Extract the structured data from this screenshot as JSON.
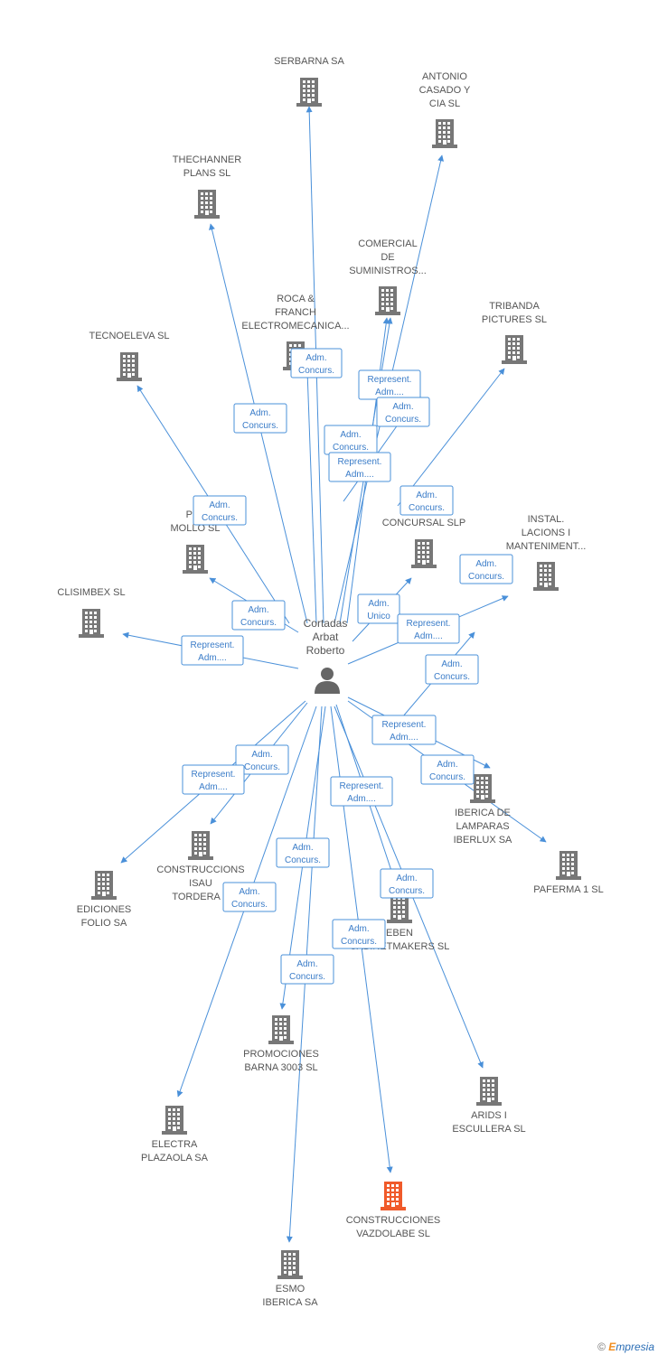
{
  "center": {
    "name_lines": [
      "Cortadas",
      "Arbat",
      "Roberto"
    ],
    "icon": "person-icon"
  },
  "colors": {
    "edge": "#4a90d9",
    "building": "#777777",
    "building_highlight": "#f05a2a",
    "label": "#555555"
  },
  "nodes": [
    {
      "id": "serbarna",
      "lines": [
        "SERBARNA SA"
      ]
    },
    {
      "id": "antonio",
      "lines": [
        "ANTONIO",
        "CASADO Y",
        "CIA SL"
      ]
    },
    {
      "id": "thechanner",
      "lines": [
        "THECHANNER",
        "PLANS SL"
      ]
    },
    {
      "id": "comercial",
      "lines": [
        "COMERCIAL",
        "DE",
        "SUMINISTROS..."
      ]
    },
    {
      "id": "roca",
      "lines": [
        "ROCA &",
        "FRANCH",
        "ELECTROMECANICA..."
      ]
    },
    {
      "id": "tribanda",
      "lines": [
        "TRIBANDA",
        "PICTURES SL"
      ]
    },
    {
      "id": "tecnoeleva",
      "lines": [
        "TECNOELEVA SL"
      ]
    },
    {
      "id": "plamollo",
      "lines": [
        "PLA",
        "MOLLO SL"
      ]
    },
    {
      "id": "concursal",
      "lines": [
        "CO",
        "CONCURSAL SLP"
      ]
    },
    {
      "id": "instal",
      "lines": [
        "INSTAL.",
        "LACIONS I",
        "MANTENIMENT..."
      ]
    },
    {
      "id": "clisimbex",
      "lines": [
        "CLISIMBEX SL"
      ]
    },
    {
      "id": "iberica",
      "lines": [
        "IBERICA DE",
        "LAMPARAS",
        "IBERLUX SA"
      ]
    },
    {
      "id": "paferma",
      "lines": [
        "PAFERMA 1 SL"
      ]
    },
    {
      "id": "isau",
      "lines": [
        "CONSTRUCCIONS",
        "ISAU",
        "TORDERA S"
      ]
    },
    {
      "id": "ediciones",
      "lines": [
        "EDICIONES",
        "FOLIO SA"
      ]
    },
    {
      "id": "eben",
      "lines": [
        "EBEN",
        "CABINETMAKERS SL"
      ]
    },
    {
      "id": "promociones",
      "lines": [
        "PROMOCIONES",
        "BARNA 3003 SL"
      ]
    },
    {
      "id": "arids",
      "lines": [
        "ARIDS I",
        "ESCULLERA SL"
      ]
    },
    {
      "id": "electra",
      "lines": [
        "ELECTRA",
        "PLAZAOLA SA"
      ]
    },
    {
      "id": "vazdolabe",
      "lines": [
        "CONSTRUCCIONES",
        "VAZDOLABE SL"
      ],
      "highlight": true
    },
    {
      "id": "esmo",
      "lines": [
        "ESMO",
        "IBERICA SA"
      ]
    }
  ],
  "relations": [
    {
      "id": "r_roca",
      "lines": [
        "Adm.",
        "Concurs."
      ]
    },
    {
      "id": "r_represent_com",
      "lines": [
        "Represent.",
        "Adm...."
      ]
    },
    {
      "id": "r_com_adm",
      "lines": [
        "Adm.",
        "Concurs."
      ]
    },
    {
      "id": "r_thechanner",
      "lines": [
        "Adm.",
        "Concurs."
      ]
    },
    {
      "id": "r_com2",
      "lines": [
        "Adm.",
        "Concurs."
      ]
    },
    {
      "id": "r_represent_mid",
      "lines": [
        "Represent.",
        "Adm...."
      ]
    },
    {
      "id": "r_tribanda",
      "lines": [
        "Adm.",
        "Concurs."
      ]
    },
    {
      "id": "r_tecno",
      "lines": [
        "Adm.",
        "Concurs."
      ]
    },
    {
      "id": "r_instal",
      "lines": [
        "Adm.",
        "Concurs."
      ]
    },
    {
      "id": "r_unico",
      "lines": [
        "Adm.",
        "Unico"
      ]
    },
    {
      "id": "r_pla",
      "lines": [
        "Adm.",
        "Concurs."
      ]
    },
    {
      "id": "r_represent_conc",
      "lines": [
        "Represent.",
        "Adm...."
      ]
    },
    {
      "id": "r_clisimbex",
      "lines": [
        "Represent.",
        "Adm...."
      ]
    },
    {
      "id": "r_iberica",
      "lines": [
        "Adm.",
        "Concurs."
      ]
    },
    {
      "id": "r_represent_right",
      "lines": [
        "Represent.",
        "Adm...."
      ]
    },
    {
      "id": "r_isau",
      "lines": [
        "Adm.",
        "Concurs."
      ]
    },
    {
      "id": "r_represent_left",
      "lines": [
        "Represent.",
        "Adm...."
      ]
    },
    {
      "id": "r_paferma",
      "lines": [
        "Adm.",
        "Concurs."
      ]
    },
    {
      "id": "r_represent_eben",
      "lines": [
        "Represent.",
        "Adm...."
      ]
    },
    {
      "id": "r_promo",
      "lines": [
        "Adm.",
        "Concurs."
      ]
    },
    {
      "id": "r_eben",
      "lines": [
        "Adm.",
        "Concurs."
      ]
    },
    {
      "id": "r_electra",
      "lines": [
        "Adm.",
        "Concurs."
      ]
    },
    {
      "id": "r_vazdolabe",
      "lines": [
        "Adm.",
        "Concurs."
      ]
    },
    {
      "id": "r_esmo",
      "lines": [
        "Adm.",
        "Concurs."
      ]
    }
  ],
  "footer": {
    "copyright": "©",
    "brand_initial": "E",
    "brand_rest": "mpresia"
  }
}
